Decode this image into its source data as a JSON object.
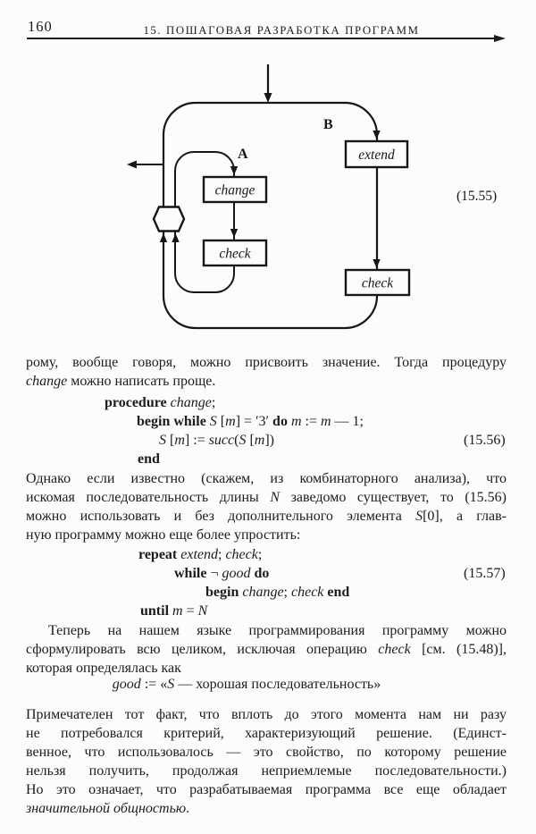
{
  "colors": {
    "paper": "#fcfcfa",
    "ink": "#1c1c1c"
  },
  "page": {
    "number": "160",
    "running_title": "15. ПОШАГОВАЯ РАЗРАБОТКА ПРОГРАММ"
  },
  "diagram": {
    "labels": {
      "loop_a": "A",
      "loop_b": "B",
      "box_change": "change",
      "box_check_inner": "check",
      "box_extend": "extend",
      "box_check_outer": "check",
      "equation": "(15.55)"
    }
  },
  "paragraphs": {
    "p1": {
      "lines": [
        [
          {
            "t": "рому, вообще говоря, можно присвоить значение. Тогда процедуру"
          }
        ],
        [
          {
            "t": "change",
            "s": "i"
          },
          {
            "t": " можно написать проще."
          }
        ]
      ]
    },
    "p2": {
      "lines": [
        [
          {
            "t": "Однако если известно (скажем, из комбинаторного анализа), что"
          }
        ],
        [
          {
            "t": "искомая последовательность длины "
          },
          {
            "t": "N",
            "s": "i"
          },
          {
            "t": " заведомо существует, то (15.56)"
          }
        ],
        [
          {
            "t": "можно использовать и без дополнительного элемента "
          },
          {
            "t": "S",
            "s": "i"
          },
          {
            "t": "[0], а глав-"
          }
        ],
        [
          {
            "t": "ную программу можно еще более упростить:"
          }
        ]
      ]
    },
    "p3": {
      "lines": [
        [
          {
            "t": "Теперь на нашем языке программирования программу можно"
          }
        ],
        [
          {
            "t": "сформулировать всю целиком, исключая операцию "
          },
          {
            "t": "check",
            "s": "i"
          },
          {
            "t": " [см. (15.48)],"
          }
        ],
        [
          {
            "t": "которая определялась как"
          }
        ]
      ]
    },
    "p4": {
      "lines": [
        [
          {
            "t": "Примечателен тот факт, что вплоть до этого момента нам ни разу"
          }
        ],
        [
          {
            "t": "не потребовался критерий, характеризующий решение. (Единст-"
          }
        ],
        [
          {
            "t": "венное, что использовалось — это свойство, по которому решение"
          }
        ],
        [
          {
            "t": "нельзя получить, продолжая неприемлемые последовательности.)"
          }
        ],
        [
          {
            "t": "Но это означает, что разрабатываемая программа все еще обладает"
          }
        ],
        [
          {
            "t": "значительной общностью",
            "s": "i"
          },
          {
            "t": "."
          }
        ]
      ]
    }
  },
  "code_1556": {
    "eq": "(15.56)",
    "lines": [
      [
        {
          "t": "procedure ",
          "s": "b"
        },
        {
          "t": "change",
          "s": "i"
        },
        {
          "t": ";"
        }
      ],
      [
        {
          "t": "begin while ",
          "s": "b"
        },
        {
          "t": "S",
          "s": "i"
        },
        {
          "t": " ["
        },
        {
          "t": "m",
          "s": "i"
        },
        {
          "t": "] = ′3′ "
        },
        {
          "t": "do ",
          "s": "b"
        },
        {
          "t": "m",
          "s": "i"
        },
        {
          "t": " := "
        },
        {
          "t": "m",
          "s": "i"
        },
        {
          "t": " — 1;"
        }
      ],
      [
        {
          "t": "S",
          "s": "i"
        },
        {
          "t": " ["
        },
        {
          "t": "m",
          "s": "i"
        },
        {
          "t": "] := "
        },
        {
          "t": "succ",
          "s": "i"
        },
        {
          "t": "("
        },
        {
          "t": "S",
          "s": "i"
        },
        {
          "t": " ["
        },
        {
          "t": "m",
          "s": "i"
        },
        {
          "t": "])"
        }
      ],
      [
        {
          "t": "end",
          "s": "b"
        }
      ]
    ]
  },
  "code_1557": {
    "eq": "(15.57)",
    "lines": [
      [
        {
          "t": "repeat ",
          "s": "b"
        },
        {
          "t": "extend",
          "s": "i"
        },
        {
          "t": "; "
        },
        {
          "t": "check",
          "s": "i"
        },
        {
          "t": ";"
        }
      ],
      [
        {
          "t": "while ",
          "s": "b"
        },
        {
          "t": "¬ "
        },
        {
          "t": "good",
          "s": "i"
        },
        {
          "t": " "
        },
        {
          "t": "do",
          "s": "b"
        }
      ],
      [
        {
          "t": "begin ",
          "s": "b"
        },
        {
          "t": "change",
          "s": "i"
        },
        {
          "t": "; "
        },
        {
          "t": "check",
          "s": "i"
        },
        {
          "t": " "
        },
        {
          "t": "end",
          "s": "b"
        }
      ],
      [
        {
          "t": "until ",
          "s": "b"
        },
        {
          "t": "m",
          "s": "i"
        },
        {
          "t": " = "
        },
        {
          "t": "N",
          "s": "i"
        }
      ]
    ]
  },
  "formula": {
    "segments": [
      {
        "t": "good",
        "s": "i"
      },
      {
        "t": " := «"
      },
      {
        "t": "S",
        "s": "i"
      },
      {
        "t": " — хорошая последовательность»"
      }
    ]
  }
}
